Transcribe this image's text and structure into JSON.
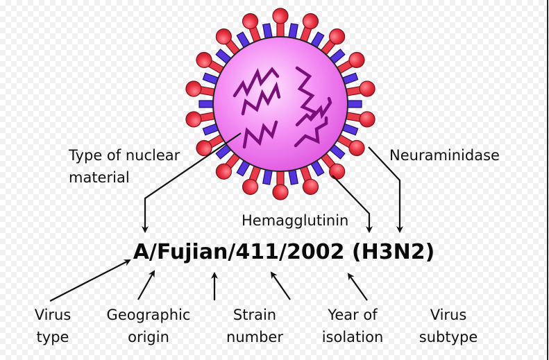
{
  "strain_name": "A/Fujian/411/2002 (H3N2)",
  "top_labels": {
    "nuclear_material": [
      "Type of nuclear",
      "material"
    ],
    "neuraminidase": "Neuraminidase",
    "hemagglutinin": "Hemagglutinin"
  },
  "bottom_labels": [
    {
      "line1": "Virus",
      "line2": "type"
    },
    {
      "line1": "Geographic",
      "line2": "origin"
    },
    {
      "line1": "Strain",
      "line2": "number"
    },
    {
      "line1": "Year of",
      "line2": "isolation"
    },
    {
      "line1": "Virus",
      "line2": "subtype"
    }
  ],
  "colors": {
    "virus_body": "#f07af0",
    "virus_body_highlight": "#fdd6fd",
    "rna": "#7a0f7a",
    "hemagglutinin_spike": "#e83a4a",
    "neuraminidase_spike": "#5533dd",
    "arrow": "#111111"
  }
}
